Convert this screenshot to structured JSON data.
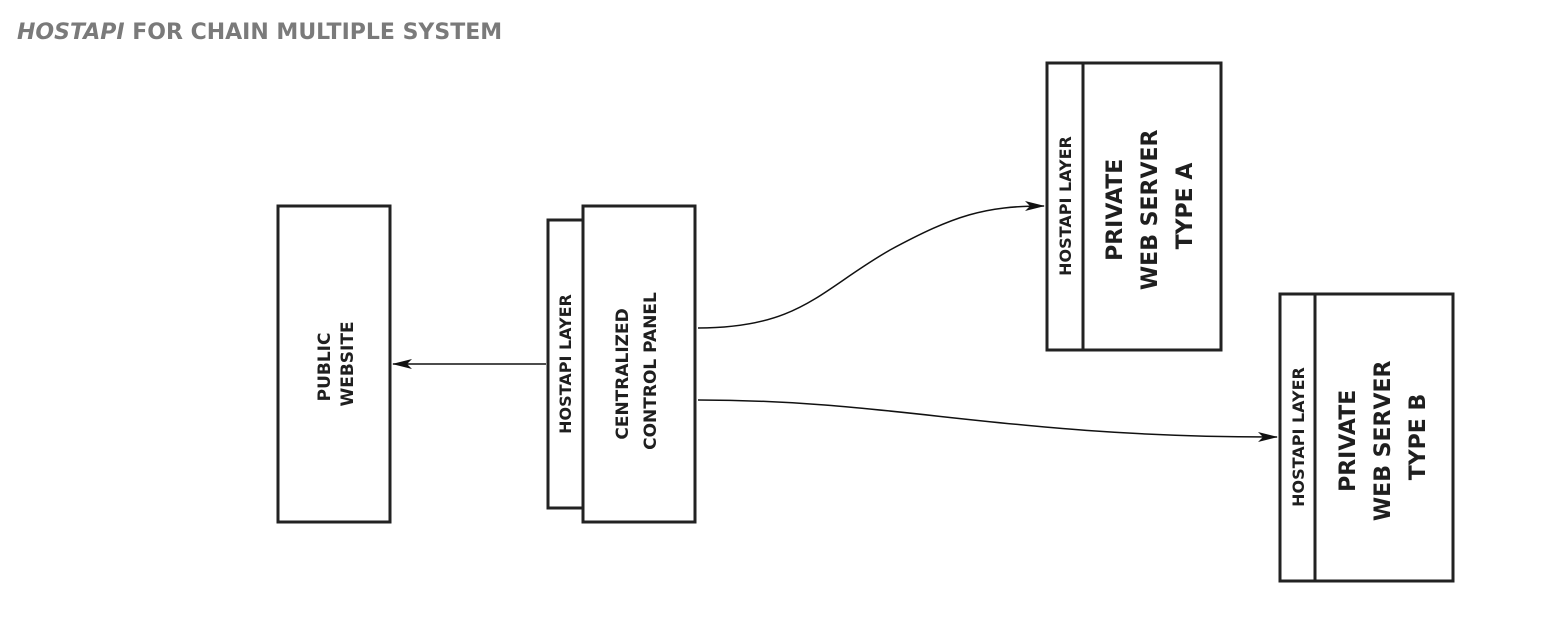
{
  "title": {
    "emphasis": "HOSTAPI",
    "rest": " FOR CHAIN MULTIPLE SYSTEM"
  },
  "nodes": {
    "public_website": {
      "lines": [
        "PUBLIC",
        "WEBSITE"
      ]
    },
    "control_panel": {
      "lines": [
        "CENTRALIZED",
        "CONTROL PANEL"
      ],
      "layer": "HOSTAPI LAYER"
    },
    "server_a": {
      "lines": [
        "PRIVATE",
        "WEB SERVER",
        "TYPE A"
      ],
      "layer": "HOSTAPI LAYER"
    },
    "server_b": {
      "lines": [
        "PRIVATE",
        "WEB SERVER",
        "TYPE B"
      ],
      "layer": "HOSTAPI LAYER"
    }
  },
  "edges": [
    {
      "from": "control_panel",
      "to": "public_website"
    },
    {
      "from": "control_panel",
      "to": "server_a"
    },
    {
      "from": "control_panel",
      "to": "server_b"
    }
  ]
}
